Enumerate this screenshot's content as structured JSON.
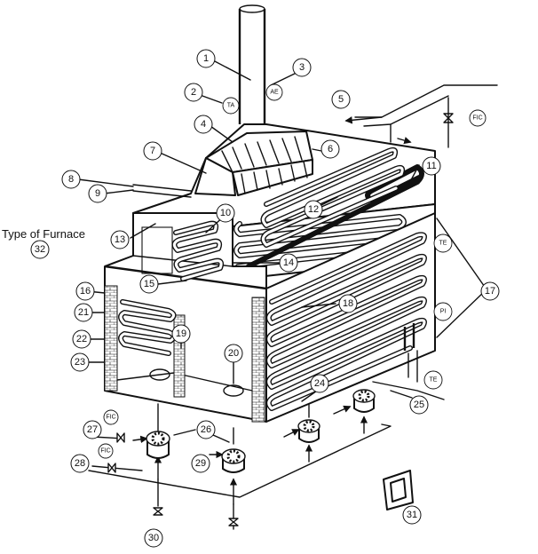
{
  "title": "Type of Furnace",
  "title_callout": "32",
  "callouts": [
    "1",
    "2",
    "3",
    "4",
    "5",
    "6",
    "7",
    "8",
    "9",
    "10",
    "11",
    "12",
    "13",
    "14",
    "15",
    "16",
    "17",
    "18",
    "19",
    "20",
    "21",
    "22",
    "23",
    "24",
    "25",
    "26",
    "27",
    "28",
    "29",
    "30",
    "31"
  ],
  "instruments": {
    "ta": "TA",
    "ae": "AE",
    "fic_top": "FIC",
    "te_right": "TE",
    "pi_right": "PI",
    "te_bottom": "TE",
    "fic_left_1": "FIC",
    "fic_left_2": "FIC"
  }
}
